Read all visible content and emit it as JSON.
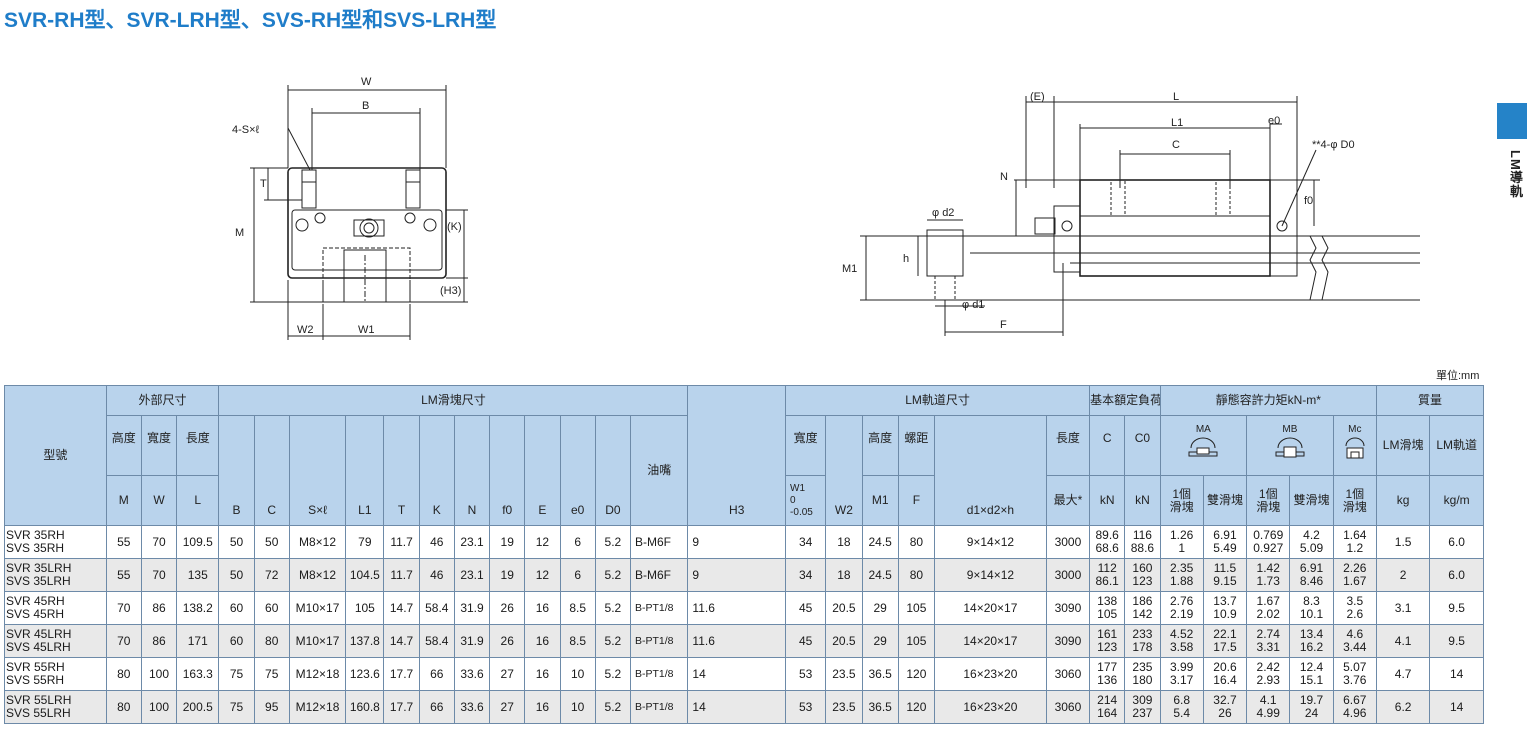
{
  "title": "SVR-RH型、SVR-LRH型、SVS-RH型和SVS-LRH型",
  "side_label": "LM導軌",
  "unit_note": "單位:mm",
  "drawing_left": {
    "W": "W",
    "B": "B",
    "S": "4-S×ℓ",
    "T": "T",
    "M": "M",
    "K": "(K)",
    "H3": "(H3)",
    "W2": "W2",
    "W1": "W1"
  },
  "drawing_right": {
    "E": "(E)",
    "L": "L",
    "L1": "L1",
    "e0": "e0",
    "C": "C",
    "D0": "**4-φ D0",
    "N": "N",
    "f0": "f0",
    "d2": "φ d2",
    "h": "h",
    "M1": "M1",
    "d1": "φ d1",
    "F": "F"
  },
  "header": {
    "model": "型號",
    "outer": "外部尺寸",
    "block": "LM滑塊尺寸",
    "rail": "LM軌道尺寸",
    "load": "基本額定負荷",
    "moment": "靜態容許力矩kN-m*",
    "mass": "質量",
    "height": "高度",
    "width": "寬度",
    "length": "長度",
    "grease": "油嘴",
    "rail_width": "寬度",
    "rail_height": "高度",
    "pitch": "螺距",
    "max_length": "長度",
    "ma": "MA",
    "mb": "MB",
    "mc": "Mc",
    "one_block": "1個\n滑塊",
    "two_block": "雙滑塊",
    "mass_block": "LM滑塊",
    "mass_rail": "LM軌道",
    "M": "M",
    "W": "W",
    "L": "L",
    "B": "B",
    "C": "C",
    "SxL": "S×ℓ",
    "L1": "L1",
    "T": "T",
    "K": "K",
    "N": "N",
    "f0": "f0",
    "E": "E",
    "e0": "e0",
    "D0": "D0",
    "H3": "H3",
    "W1": "W1",
    "W1_tol": "0\n-0.05",
    "W2": "W2",
    "M1": "M1",
    "F": "F",
    "d1d2h": "d1×d2×h",
    "max": "最大*",
    "C_load": "C",
    "C0": "C0",
    "kN": "kN",
    "kN2": "kN",
    "kg": "kg",
    "kgm": "kg/m"
  },
  "rows": [
    {
      "model": "SVR 35RH\nSVS 35RH",
      "M": "55",
      "W": "70",
      "L": "109.5",
      "B": "50",
      "C": "50",
      "S": "M8×12",
      "L1": "79",
      "T": "11.7",
      "K": "46",
      "N": "23.1",
      "f0": "19",
      "E": "12",
      "e0": "6",
      "D0": "5.2",
      "grease": "B-M6F",
      "H3": "9",
      "W1": "34",
      "W2": "18",
      "M1": "24.5",
      "F": "80",
      "d": "9×14×12",
      "maxlen": "3000",
      "Cval": "89.6\n68.6",
      "C0": "116\n88.6",
      "ma1": "1.26\n1",
      "ma2": "6.91\n5.49",
      "mb1": "0.769\n0.927",
      "mb2": "4.2\n5.09",
      "mc1": "1.64\n1.2",
      "kg": "1.5",
      "kgm": "6.0"
    },
    {
      "model": "SVR 35LRH\nSVS 35LRH",
      "M": "55",
      "W": "70",
      "L": "135",
      "B": "50",
      "C": "72",
      "S": "M8×12",
      "L1": "104.5",
      "T": "11.7",
      "K": "46",
      "N": "23.1",
      "f0": "19",
      "E": "12",
      "e0": "6",
      "D0": "5.2",
      "grease": "B-M6F",
      "H3": "9",
      "W1": "34",
      "W2": "18",
      "M1": "24.5",
      "F": "80",
      "d": "9×14×12",
      "maxlen": "3000",
      "Cval": "112\n86.1",
      "C0": "160\n123",
      "ma1": "2.35\n1.88",
      "ma2": "11.5\n9.15",
      "mb1": "1.42\n1.73",
      "mb2": "6.91\n8.46",
      "mc1": "2.26\n1.67",
      "kg": "2",
      "kgm": "6.0"
    },
    {
      "model": "SVR 45RH\nSVS 45RH",
      "M": "70",
      "W": "86",
      "L": "138.2",
      "B": "60",
      "C": "60",
      "S": "M10×17",
      "L1": "105",
      "T": "14.7",
      "K": "58.4",
      "N": "31.9",
      "f0": "26",
      "E": "16",
      "e0": "8.5",
      "D0": "5.2",
      "grease": "B-PT1/8",
      "H3": "11.6",
      "W1": "45",
      "W2": "20.5",
      "M1": "29",
      "F": "105",
      "d": "14×20×17",
      "maxlen": "3090",
      "Cval": "138\n105",
      "C0": "186\n142",
      "ma1": "2.76\n2.19",
      "ma2": "13.7\n10.9",
      "mb1": "1.67\n2.02",
      "mb2": "8.3\n10.1",
      "mc1": "3.5\n2.6",
      "kg": "3.1",
      "kgm": "9.5"
    },
    {
      "model": "SVR 45LRH\nSVS 45LRH",
      "M": "70",
      "W": "86",
      "L": "171",
      "B": "60",
      "C": "80",
      "S": "M10×17",
      "L1": "137.8",
      "T": "14.7",
      "K": "58.4",
      "N": "31.9",
      "f0": "26",
      "E": "16",
      "e0": "8.5",
      "D0": "5.2",
      "grease": "B-PT1/8",
      "H3": "11.6",
      "W1": "45",
      "W2": "20.5",
      "M1": "29",
      "F": "105",
      "d": "14×20×17",
      "maxlen": "3090",
      "Cval": "161\n123",
      "C0": "233\n178",
      "ma1": "4.52\n3.58",
      "ma2": "22.1\n17.5",
      "mb1": "2.74\n3.31",
      "mb2": "13.4\n16.2",
      "mc1": "4.6\n3.44",
      "kg": "4.1",
      "kgm": "9.5"
    },
    {
      "model": "SVR 55RH\nSVS 55RH",
      "M": "80",
      "W": "100",
      "L": "163.3",
      "B": "75",
      "C": "75",
      "S": "M12×18",
      "L1": "123.6",
      "T": "17.7",
      "K": "66",
      "N": "33.6",
      "f0": "27",
      "E": "16",
      "e0": "10",
      "D0": "5.2",
      "grease": "B-PT1/8",
      "H3": "14",
      "W1": "53",
      "W2": "23.5",
      "M1": "36.5",
      "F": "120",
      "d": "16×23×20",
      "maxlen": "3060",
      "Cval": "177\n136",
      "C0": "235\n180",
      "ma1": "3.99\n3.17",
      "ma2": "20.6\n16.4",
      "mb1": "2.42\n2.93",
      "mb2": "12.4\n15.1",
      "mc1": "5.07\n3.76",
      "kg": "4.7",
      "kgm": "14"
    },
    {
      "model": "SVR 55LRH\nSVS 55LRH",
      "M": "80",
      "W": "100",
      "L": "200.5",
      "B": "75",
      "C": "95",
      "S": "M12×18",
      "L1": "160.8",
      "T": "17.7",
      "K": "66",
      "N": "33.6",
      "f0": "27",
      "E": "16",
      "e0": "10",
      "D0": "5.2",
      "grease": "B-PT1/8",
      "H3": "14",
      "W1": "53",
      "W2": "23.5",
      "M1": "36.5",
      "F": "120",
      "d": "16×23×20",
      "maxlen": "3060",
      "Cval": "214\n164",
      "C0": "309\n237",
      "ma1": "6.8\n5.4",
      "ma2": "32.7\n26",
      "mb1": "4.1\n4.99",
      "mb2": "19.7\n24",
      "mc1": "6.67\n4.96",
      "kg": "6.2",
      "kgm": "14"
    }
  ]
}
